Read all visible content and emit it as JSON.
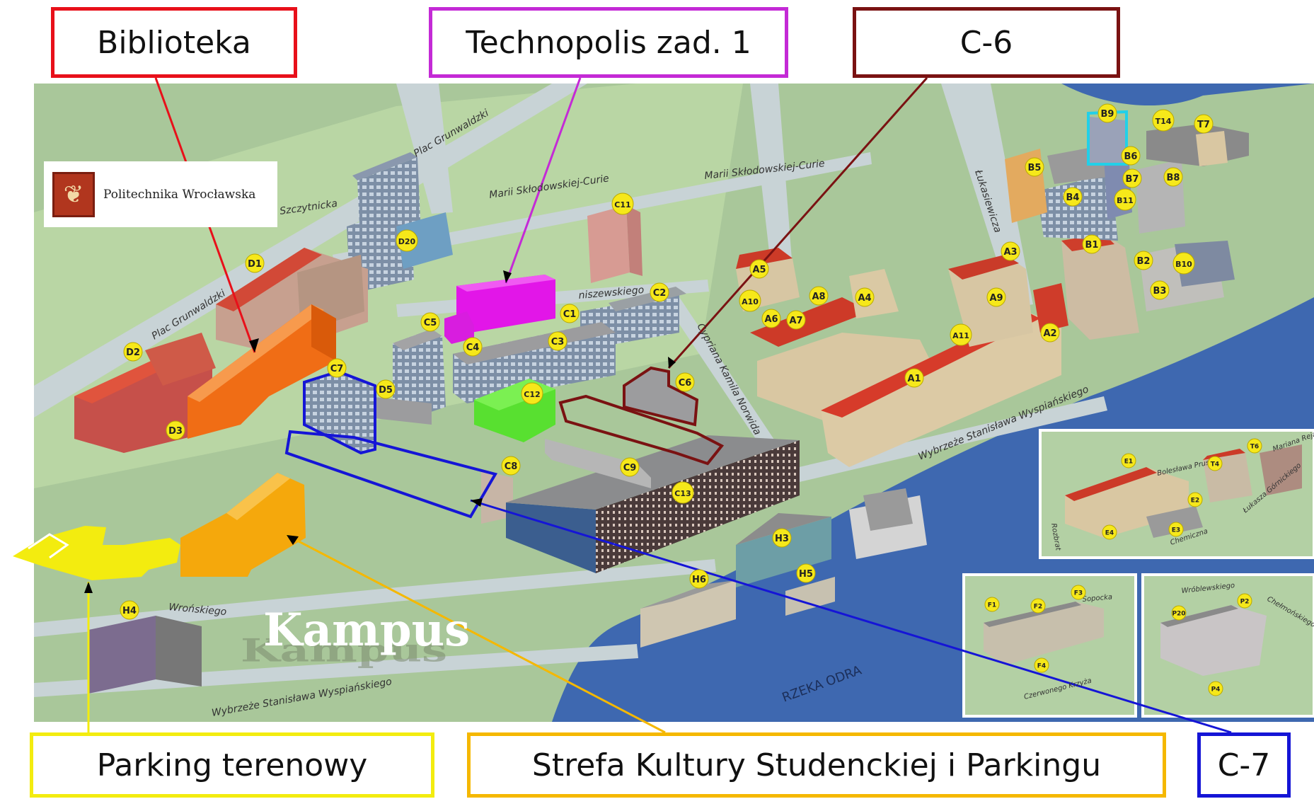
{
  "callouts": {
    "biblioteka": {
      "label": "Biblioteka",
      "color": "#e8101a"
    },
    "technopolis": {
      "label": "Technopolis zad. 1",
      "color": "#c42ad6"
    },
    "c6": {
      "label": "C-6",
      "color": "#7a1212"
    },
    "parking_terenowy": {
      "label": "Parking terenowy",
      "color": "#f3ec0f"
    },
    "strefa": {
      "label": "Strefa Kultury Studenckiej i Parkingu",
      "color": "#f5b800"
    },
    "c7": {
      "label": "C-7",
      "color": "#1515d6"
    }
  },
  "logo": {
    "university": "Politechnika Wrocławska"
  },
  "campus_title": "Kampus",
  "streets": {
    "plac1": "Plac Grunwaldzki",
    "plac2": "Plac Grunwaldzki",
    "szczytnicka": "Szczytnicka",
    "curie1": "Marii Skłodowskiej-Curie",
    "curie2": "Marii Skłodowskiej-Curie",
    "smoluchowskiego": "niszewskiego",
    "lukasiewicza": "Łukasiewicza",
    "norwida": "Cypriana Kamila Norwida",
    "wyspianskiego1": "Wybrzeże Stanisława Wyspiańskiego",
    "wyspianskiego2": "Wybrzeże Stanisława Wyspiańskiego",
    "wronskiego": "Wrońskiego",
    "rzeka": "RZEKA ODRA"
  },
  "inset_streets": {
    "boleslawa": "Bolesława Prusa",
    "mariana": "Mariana Reja",
    "rozbrat": "Rozbrat",
    "chemiczna": "Chemiczna",
    "gorniczego": "Łukasza Górnickiego",
    "sopocka": "Sopocka",
    "czerwonego": "Czerwonego Krzyża",
    "wroblewskiego": "Wróblewskiego",
    "chelmonskiego": "Chełmońskiego"
  },
  "building_labels": {
    "D1": "D1",
    "D2": "D2",
    "D3": "D3",
    "D5": "D5",
    "D20": "D20",
    "C1": "C1",
    "C2": "C2",
    "C3": "C3",
    "C4": "C4",
    "C5": "C5",
    "C6": "C6",
    "C7": "C7",
    "C8": "C8",
    "C9": "C9",
    "C11": "C11",
    "C12": "C12",
    "C13": "C13",
    "A1": "A1",
    "A2": "A2",
    "A3": "A3",
    "A4": "A4",
    "A5": "A5",
    "A6": "A6",
    "A7": "A7",
    "A8": "A8",
    "A9": "A9",
    "A10": "A10",
    "A11": "A11",
    "B1": "B1",
    "B2": "B2",
    "B3": "B3",
    "B4": "B4",
    "B5": "B5",
    "B6": "B6",
    "B7": "B7",
    "B8": "B8",
    "B9": "B9",
    "B10": "B10",
    "B11": "B11",
    "T7": "T7",
    "T14": "T14",
    "H3": "H3",
    "H4": "H4",
    "H5": "H5",
    "H6": "H6",
    "E1": "E1",
    "E2": "E2",
    "E3": "E3",
    "E4": "E4",
    "T4": "T4",
    "T6": "T6",
    "F1": "F1",
    "F2": "F2",
    "F3": "F3",
    "F4": "F4",
    "P2": "P2",
    "P4": "P4",
    "P20": "P20"
  }
}
